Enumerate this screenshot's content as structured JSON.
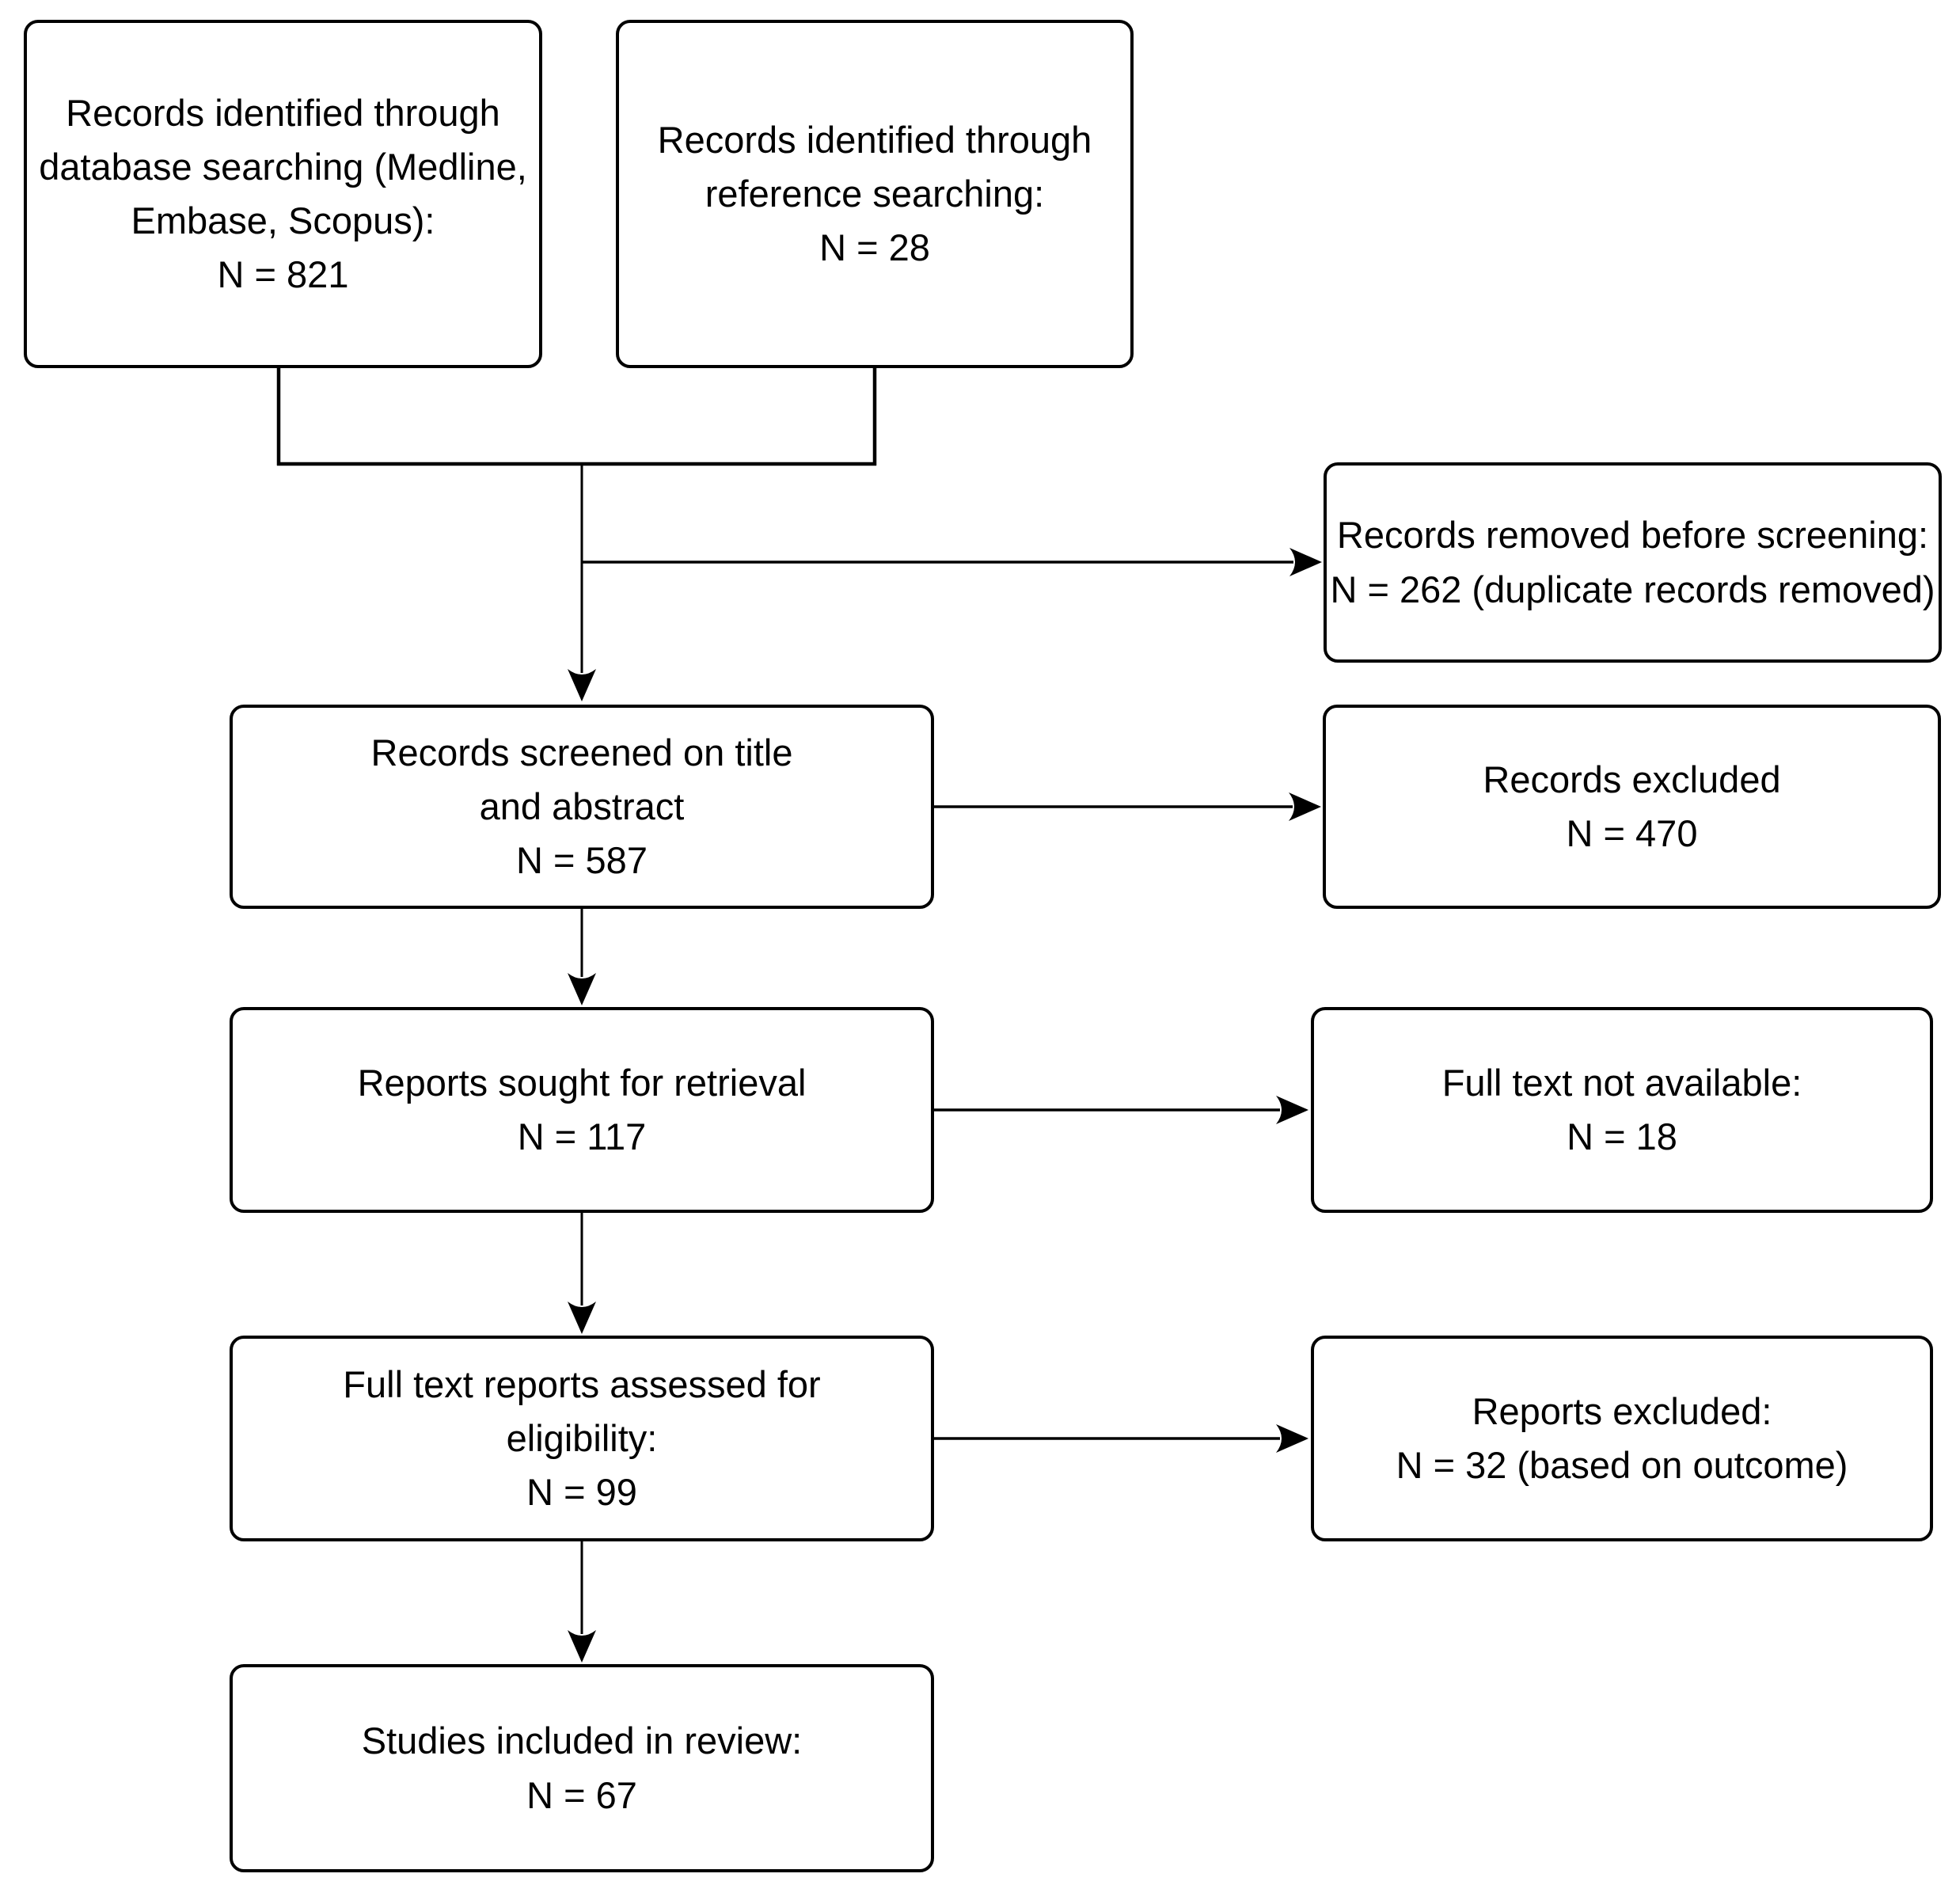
{
  "diagram": {
    "type": "flowchart",
    "colors": {
      "background": "#ffffff",
      "line": "#000000",
      "text": "#000000",
      "box_fill": "#ffffff"
    },
    "boxes": {
      "identified_database": {
        "label": "Records identified through\ndatabase searching (Medline,\nEmbase, Scopus):",
        "count": "N = 821"
      },
      "identified_reference": {
        "label": "Records identified through\nreference searching:",
        "count": "N = 28"
      },
      "removed_before_screening": {
        "label": "Records removed before screening:",
        "count": "N = 262 (duplicate records removed)"
      },
      "screened": {
        "label": "Records screened on title\nand abstract",
        "count": "N = 587"
      },
      "records_excluded": {
        "label": "Records excluded",
        "count": "N = 470"
      },
      "sought": {
        "label": "Reports sought for retrieval",
        "count": "N = 117"
      },
      "full_text_not_available": {
        "label": "Full text not available:",
        "count": "N = 18"
      },
      "assessed": {
        "label": "Full text reports assessed for\neligibility:",
        "count": "N = 99"
      },
      "reports_excluded": {
        "label": "Reports excluded:",
        "count": "N = 32 (based on outcome)"
      },
      "included": {
        "label": "Studies included in review:",
        "count": "N = 67"
      }
    }
  }
}
